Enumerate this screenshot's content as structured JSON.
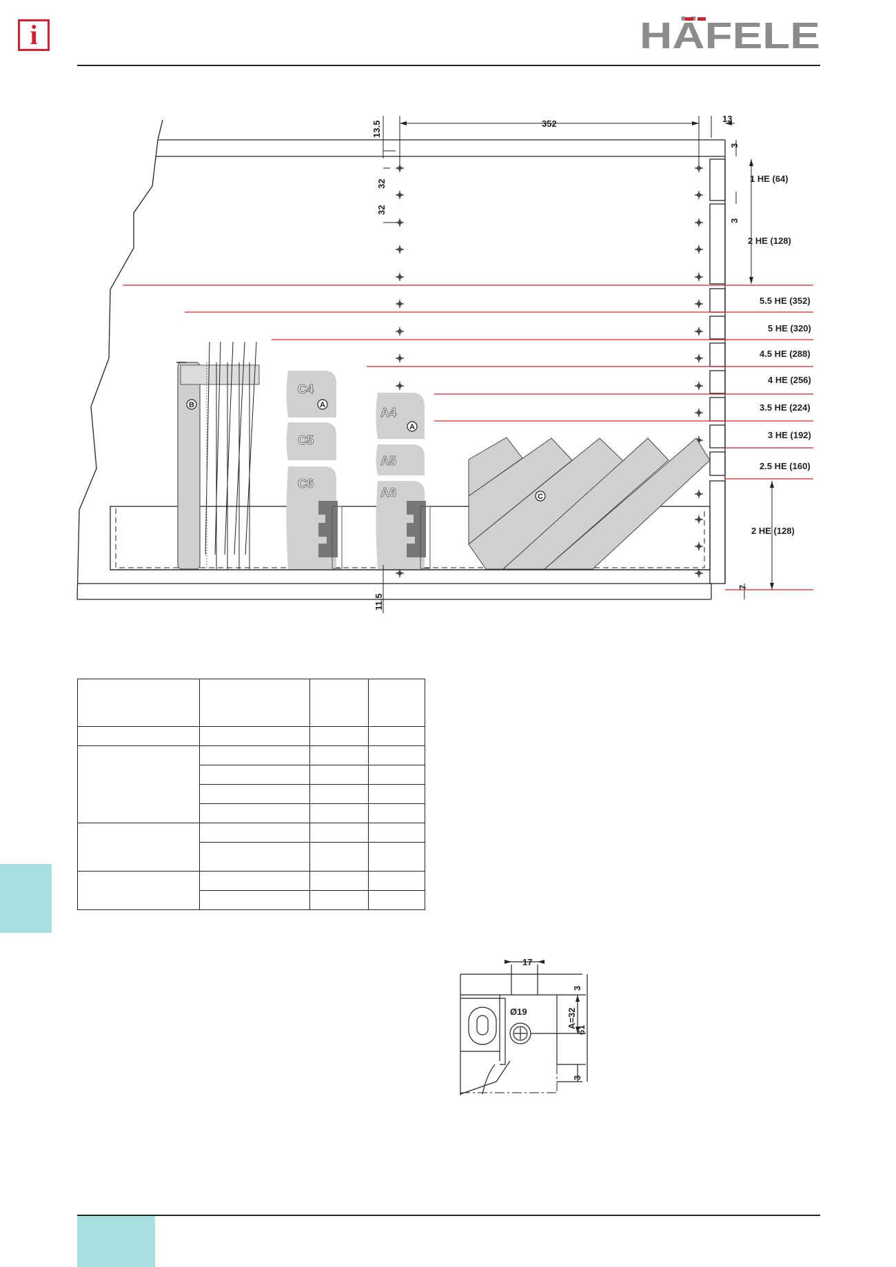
{
  "brand": {
    "name": "HÄFELE",
    "accent": "#d3202f",
    "logo_grey": "#8c8c8c",
    "tab_color": "#a6e1e0"
  },
  "header_icon": "info-icon",
  "drawing": {
    "dims": {
      "top_offset": "13.5",
      "hole_span": "352",
      "side_gap": "13",
      "top_gap": "3",
      "pitch_a": "32",
      "pitch_b": "32",
      "mid_gap": "3",
      "bottom_offset": "11.5",
      "base_gap": "7"
    },
    "height_labels": [
      "1 HE (64)",
      "2 HE (128)",
      "5.5 HE (352)",
      "5 HE (320)",
      "4.5 HE (288)",
      "4 HE (256)",
      "3.5 HE (224)",
      "3 HE (192)",
      "2.5 HE (160)",
      "2 HE (128)"
    ],
    "part_labels": {
      "c4": "C4",
      "c5": "C5",
      "c6": "C6",
      "a4": "A4",
      "a5": "A5",
      "a6": "A6",
      "marker_a1": "A",
      "marker_a2": "A",
      "marker_b": "B",
      "marker_c": "C"
    }
  },
  "detail": {
    "width": "17",
    "hole_dia": "Ø19",
    "top_gap": "3",
    "pitch": "A=32",
    "height": "61",
    "bottom_gap": "3"
  }
}
